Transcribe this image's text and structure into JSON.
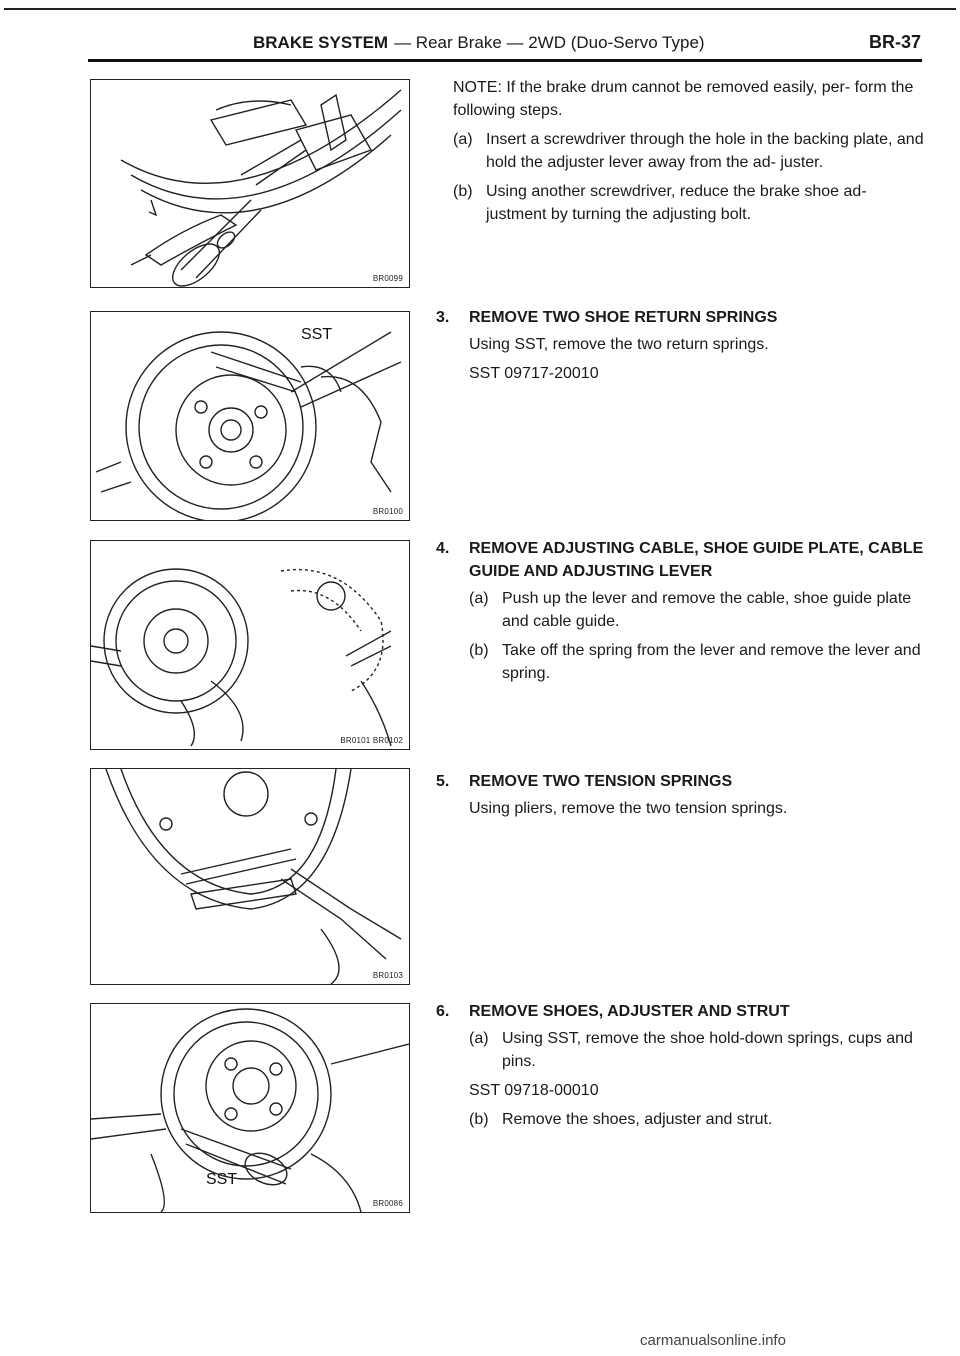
{
  "header": {
    "section": "BRAKE SYSTEM",
    "subtitle": "— Rear Brake — 2WD (Duo-Servo Type)",
    "page": "BR-37"
  },
  "figures": [
    {
      "code": "BR0099"
    },
    {
      "code": "BR0100",
      "label": "SST"
    },
    {
      "code": "BR0101 BR0102"
    },
    {
      "code": "BR0103"
    },
    {
      "code": "BR0086",
      "label": "SST"
    }
  ],
  "note": {
    "text": "NOTE: If the brake drum cannot be removed easily, per- form the following steps.",
    "items": [
      {
        "marker": "(a)",
        "text": "Insert a screwdriver through the hole in the backing plate, and hold the adjuster lever away from the ad- juster."
      },
      {
        "marker": "(b)",
        "text": "Using another screwdriver, reduce the brake shoe ad- justment by turning the adjusting bolt."
      }
    ]
  },
  "steps": [
    {
      "number": "3.",
      "title": "REMOVE TWO SHOE RETURN SPRINGS",
      "para1": "Using SST, remove the two return springs.",
      "para2": "SST 09717-20010"
    },
    {
      "number": "4.",
      "title": "REMOVE ADJUSTING CABLE, SHOE GUIDE PLATE, CABLE GUIDE AND ADJUSTING LEVER",
      "items": [
        {
          "marker": "(a)",
          "text": "Push up the lever and remove the cable, shoe guide plate and cable guide."
        },
        {
          "marker": "(b)",
          "text": "Take off the spring from the lever and remove the lever and spring."
        }
      ]
    },
    {
      "number": "5.",
      "title": "REMOVE TWO TENSION SPRINGS",
      "para1": "Using pliers, remove the two tension springs."
    },
    {
      "number": "6.",
      "title": "REMOVE SHOES, ADJUSTER AND STRUT",
      "items": [
        {
          "marker": "(a)",
          "text": "Using SST, remove the shoe hold-down springs, cups and pins."
        },
        {
          "marker": "(b)",
          "text": "Remove the shoes, adjuster and strut."
        }
      ],
      "sst": "SST 09718-00010"
    }
  ],
  "footer": "carmanualsonline.info"
}
